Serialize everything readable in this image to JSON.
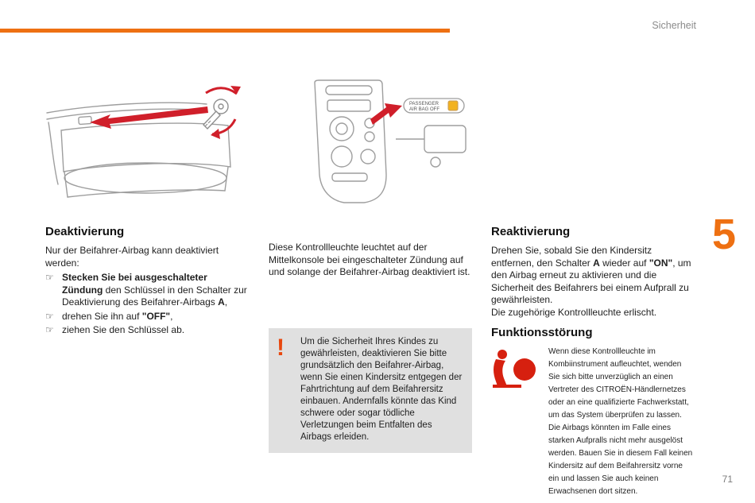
{
  "page": {
    "header_section": "Sicherheit",
    "chapter_number": "5",
    "page_number": "71"
  },
  "glyphs": {
    "bullet": "☞",
    "warning": "!"
  },
  "colors": {
    "accent_orange": "#ee7012",
    "warning_exclamation": "#e8470e",
    "pictogram_red": "#d6200f",
    "warning_box_gray": "#e0e0e0"
  },
  "illustrations": {
    "left": {
      "name": "glovebox-key-switch-drawing"
    },
    "right": {
      "name": "center-console-drawing",
      "label_line1": "PASSENGER",
      "label_line2": "AIR BAG OFF"
    }
  },
  "sections": {
    "deaktivierung": {
      "title": "Deaktivierung",
      "intro": "Nur der Beifahrer-Airbag kann deaktiviert werden:",
      "bullet1": {
        "bold1": "Stecken Sie bei ausgeschalteter Zündung",
        "text1": " den Schlüssel in den Schalter zur Deaktivierung des Beifahrer-Airbags ",
        "bold2": "A",
        "text2": ","
      },
      "bullet2": {
        "text1": "drehen Sie ihn auf ",
        "bold1": "\"OFF\"",
        "text2": ","
      },
      "bullet3": {
        "text1": "ziehen Sie den Schlüssel ab."
      }
    },
    "kontrollleuchte": {
      "text": "Diese Kontrollleuchte leuchtet auf der Mittelkonsole bei eingeschalteter Zündung auf und solange der Beifahrer-Airbag deaktiviert ist."
    },
    "warnung": {
      "text": "Um die Sicherheit Ihres Kindes zu gewährleisten, deaktivieren Sie bitte grundsätzlich den Beifahrer-Airbag, wenn Sie einen Kindersitz entgegen der Fahrtrichtung auf dem Beifahrersitz einbauen. Andernfalls könnte das Kind schwere oder sogar tödliche Verletzungen beim Entfalten des Airbags erleiden."
    },
    "reaktivierung": {
      "title": "Reaktivierung",
      "s0": "Drehen Sie, sobald Sie den Kindersitz entfernen, den Schalter ",
      "s1": "A",
      "s2": " wieder auf ",
      "s3": "\"ON\"",
      "s4": ", um den Airbag erneut zu aktivieren und die Sicherheit des Beifahrers bei einem Aufprall zu gewährleisten.",
      "p2": "Die zugehörige Kontrollleuchte erlischt."
    },
    "funktionsstoerung": {
      "title": "Funktionsstörung",
      "text": "Wenn diese Kontrollleuchte im Kombiinstrument aufleuchtet, wenden Sie sich bitte unverzüglich an einen Vertreter des CITROËN-Händlernetzes oder an eine qualifizierte Fachwerkstatt, um das System überprüfen zu lassen. Die Airbags könnten im Falle eines starken Aufpralls nicht mehr ausgelöst werden. Bauen Sie in diesem Fall keinen Kindersitz auf dem Beifahrersitz vorne ein und lassen Sie auch keinen Erwachsenen dort sitzen."
    }
  }
}
